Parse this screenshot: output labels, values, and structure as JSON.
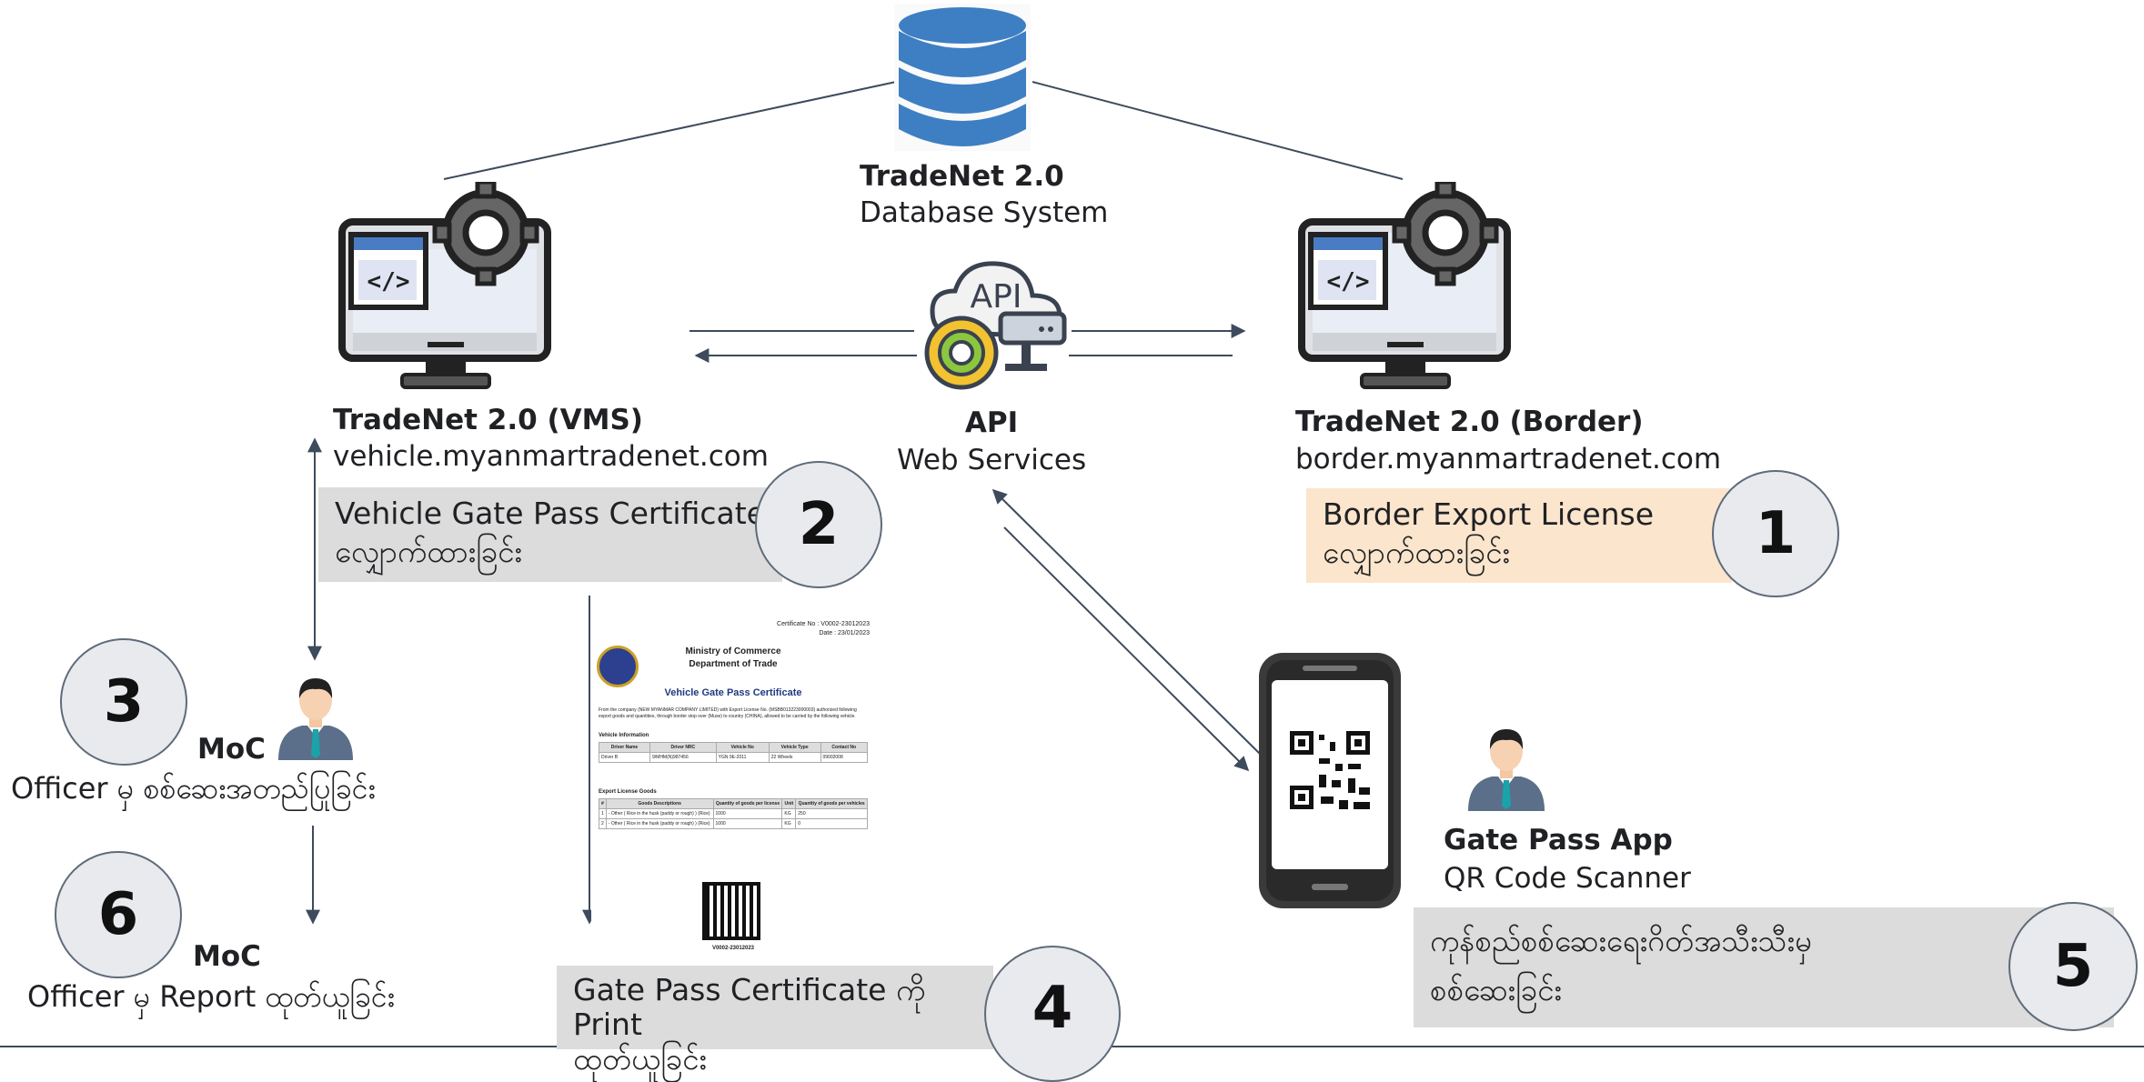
{
  "database": {
    "title": "TradeNet 2.0",
    "subtitle": "Database System"
  },
  "api": {
    "title": "API",
    "subtitle": "Web Services",
    "cloud_label": "API"
  },
  "vms": {
    "title": "TradeNet 2.0 (VMS)",
    "url": "vehicle.myanmartradenet.com"
  },
  "border": {
    "title": "TradeNet 2.0 (Border)",
    "url": "border.myanmartradenet.com"
  },
  "steps": {
    "s1": {
      "number": "1",
      "line1": "Border Export License",
      "line2": "လျှောက်ထားခြင်း"
    },
    "s2": {
      "number": "2",
      "line1": "Vehicle Gate Pass Certificate",
      "line2": "လျှောက်ထားခြင်း"
    },
    "s3": {
      "number": "3",
      "role": "MoC",
      "text": "Officer မှ စစ်ဆေးအတည်ပြုခြင်း"
    },
    "s4": {
      "number": "4",
      "line1": "Gate Pass Certificate ကို Print",
      "line2": "ထုတ်ယူခြင်း"
    },
    "s5": {
      "number": "5",
      "line1": "ကုန်စည်စစ်ဆေးရေးဂိတ်အသီးသီးမှ",
      "line2": "စစ်ဆေးခြင်း"
    },
    "s6": {
      "number": "6",
      "role": "MoC",
      "text": "Officer မှ Report ထုတ်ယူခြင်း"
    }
  },
  "gatepass_app": {
    "title": "Gate Pass App",
    "subtitle": "QR Code Scanner"
  },
  "certificate": {
    "cert_no": "Certificate No : V0002-23012023",
    "date": "Date : 23/01/2023",
    "ministry": "Ministry of Commerce",
    "department": "Department of Trade",
    "heading": "Vehicle Gate Pass Certificate",
    "intro": "From the company (NEW MYANMAR COMPANY LIMITED) with Export License No. (MSBB013223000003) authorized following export goods and quantities, through border stop over (Muse) to country (CHINA), allowed to be carried by the following vehicle.",
    "vehicle_section": "Vehicle Information",
    "vehicle_headers": [
      "Driver Name",
      "Driver NRC",
      "Vehicle No",
      "Vehicle Type",
      "Contact No"
    ],
    "vehicle_row": [
      "Driver B",
      "9/MHM(N)987456",
      "YGN 9E-2011",
      "22 Wheels",
      "09002008"
    ],
    "goods_section": "Export License Goods",
    "goods_headers": [
      "#",
      "Goods Descriptions",
      "Quantity of goods per license",
      "Unit",
      "Quantity of goods per vehicles"
    ],
    "goods_rows": [
      [
        "1",
        "- Other ( Rice in the husk (paddy or rough) ) (Rice)",
        "1000",
        "KG",
        "250"
      ],
      [
        "2",
        "- Other ( Rice in the husk (paddy or rough) ) (Rice)",
        "1000",
        "KG",
        "0"
      ]
    ],
    "qr_code_label": "V0002-23012023"
  }
}
